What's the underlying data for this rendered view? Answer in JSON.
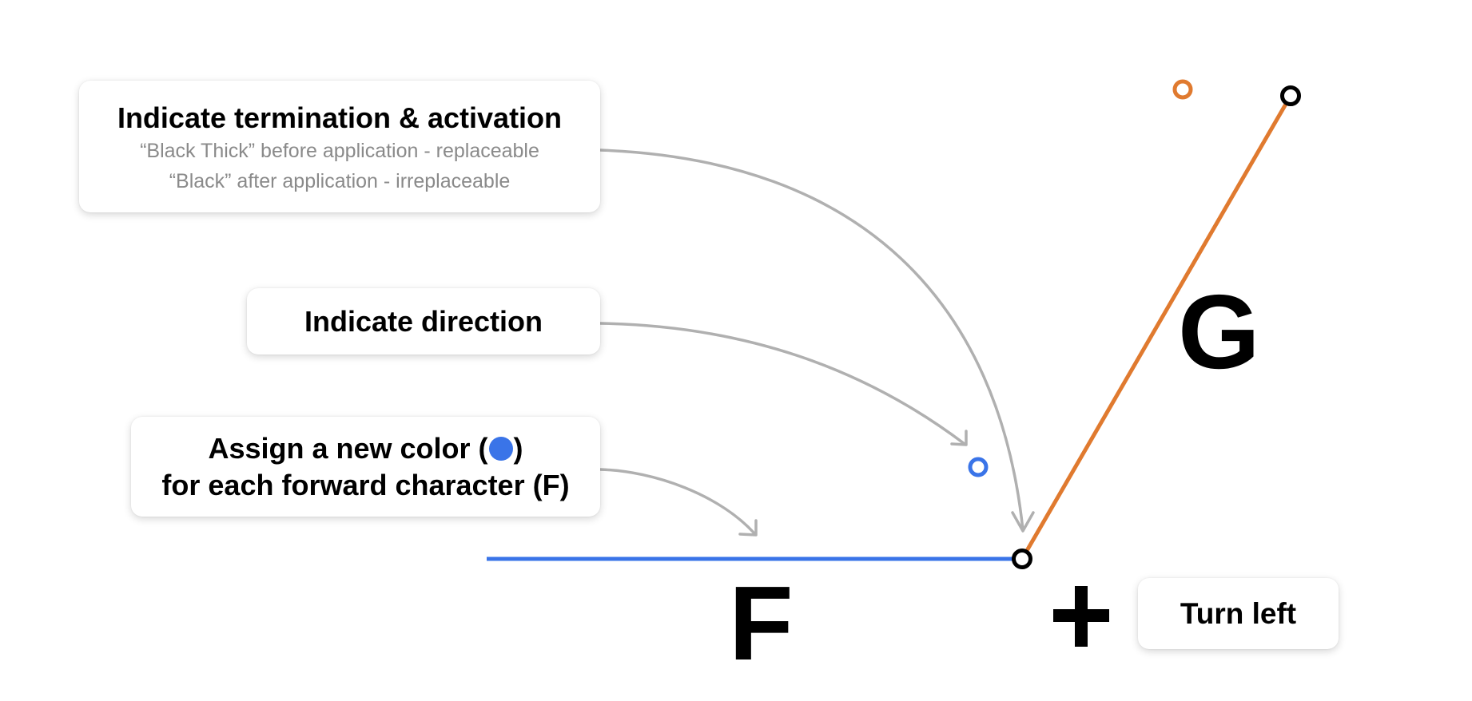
{
  "cards": {
    "termination": {
      "title": "Indicate termination & activation",
      "line1": "“Black Thick” before application - replaceable",
      "line2": "“Black” after application - irreplaceable"
    },
    "direction": {
      "title": "Indicate direction"
    },
    "color": {
      "line1_before": "Assign a new color (",
      "line1_after": ")",
      "line2": "for each forward character (F)"
    },
    "turn": {
      "title": "Turn left"
    }
  },
  "symbols": {
    "forward": "F",
    "turn_symbol": "+",
    "next": "G"
  },
  "colors": {
    "forward_segment": "#3a74e8",
    "next_segment": "#e07a2f",
    "marker_black": "#000000",
    "arrow_gray": "#b0b0b0",
    "subtext_gray": "#8a8a8a"
  }
}
